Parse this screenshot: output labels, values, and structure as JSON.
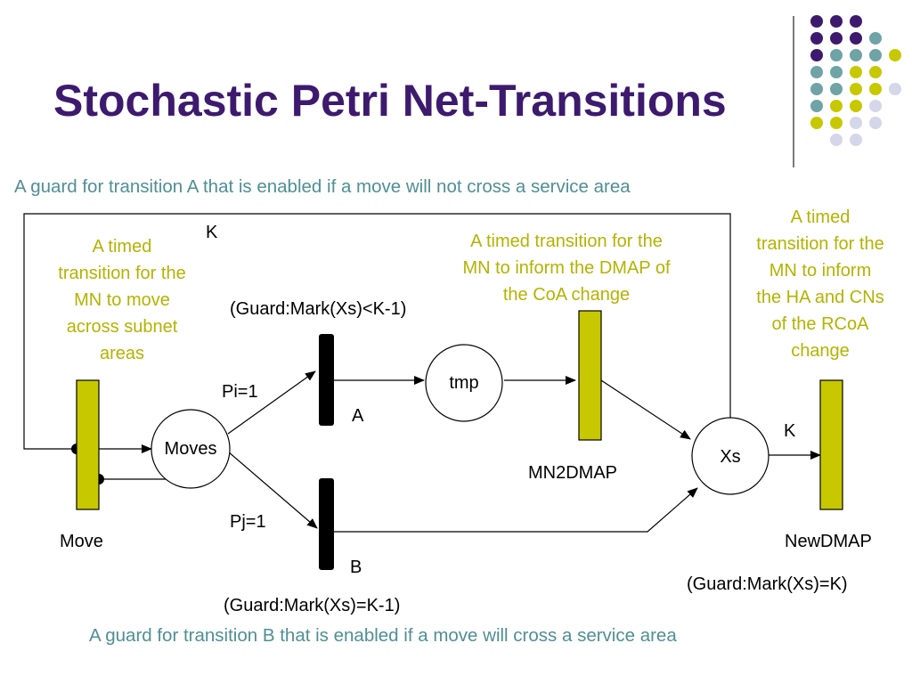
{
  "title": "Stochastic Petri Net-Transitions",
  "colors": {
    "title": "#3d1a6e",
    "teal_note": "#4f8f94",
    "olive_note": "#b3b300",
    "transition_timed": "#c8c800",
    "transition_immediate": "#000000",
    "decor_purple": "#3d1a6e",
    "decor_teal": "#6fa3a6",
    "decor_olive": "#c8c800",
    "decor_lilac": "#d6d6ea"
  },
  "notes": {
    "guard_a": "A guard for transition A that is enabled if a move will not cross a service area",
    "guard_b": "A guard for transition B that is enabled if a move will cross a service area",
    "move_desc": [
      "A timed",
      "transition for the",
      "MN to move",
      "across subnet",
      "areas"
    ],
    "mn2dmap_desc": [
      "A timed transition for the",
      "MN to inform the DMAP of",
      "the CoA change"
    ],
    "newdmap_desc": [
      "A timed",
      "transition for the",
      "MN to inform",
      "the HA and CNs",
      "of the RCoA",
      "change"
    ]
  },
  "places": {
    "moves": "Moves",
    "tmp": "tmp",
    "xs": "Xs"
  },
  "transitions": {
    "move": "Move",
    "a": "A",
    "b": "B",
    "mn2dmap": "MN2DMAP",
    "newdmap": "NewDMAP"
  },
  "arc_labels": {
    "k_top": "K",
    "k_right": "K",
    "pi": "Pi=1",
    "pj": "Pj=1"
  },
  "guards": {
    "a": "(Guard:Mark(Xs)<K-1)",
    "b": "(Guard:Mark(Xs)=K-1)",
    "newdmap": "(Guard:Mark(Xs)=K)"
  }
}
